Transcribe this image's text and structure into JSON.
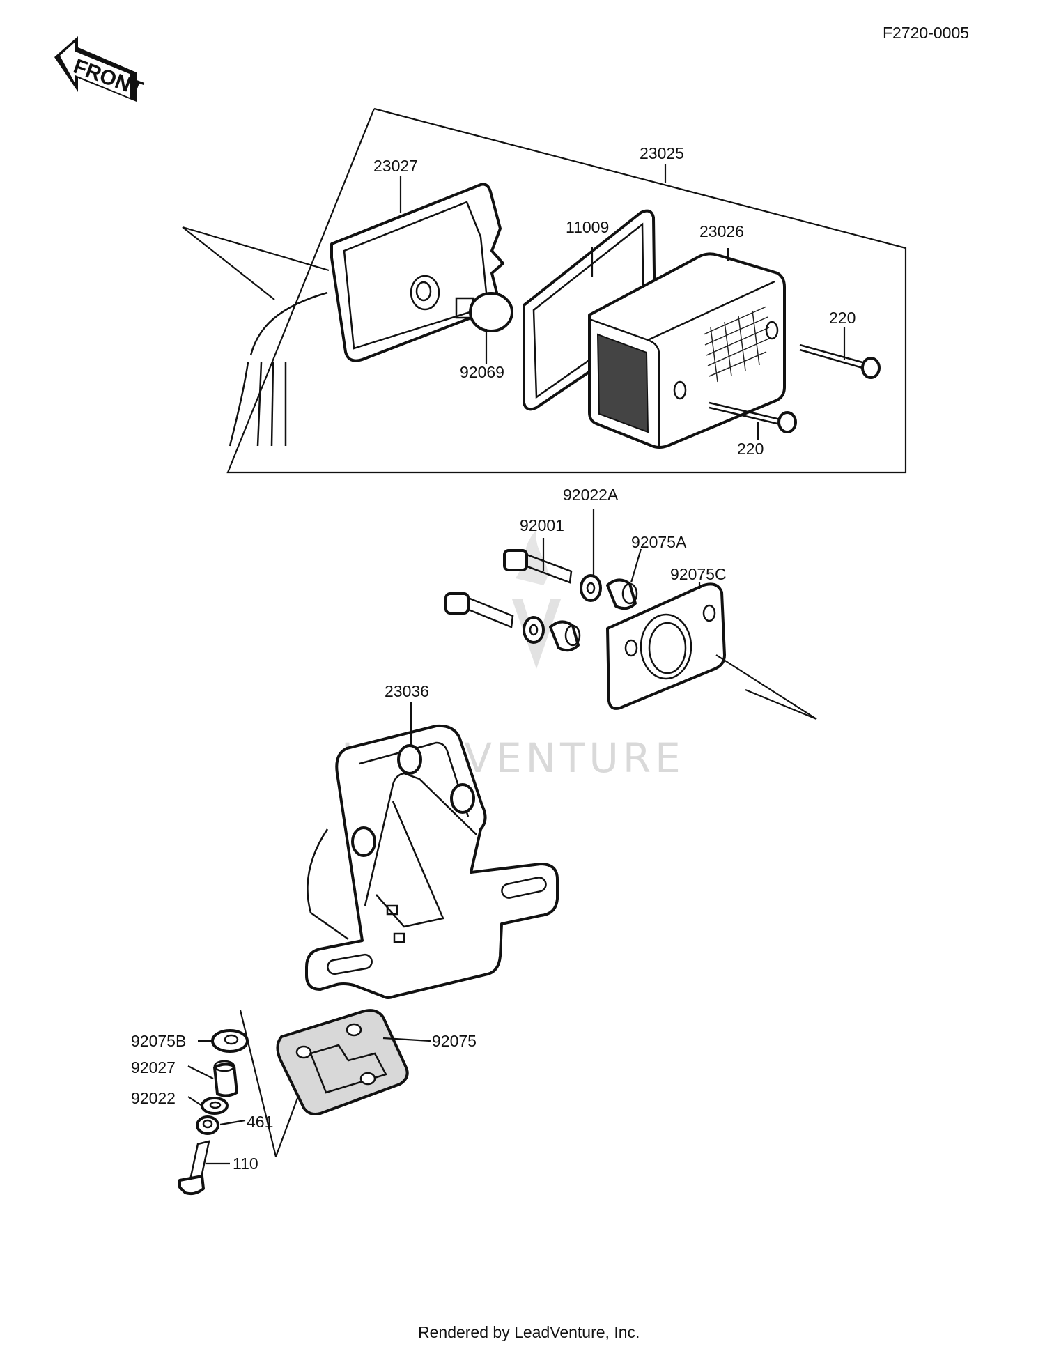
{
  "diagram_code": "F2720-0005",
  "front_label": "FRONT",
  "watermark": "LEADVENTURE",
  "footer": "Rendered by LeadVenture, Inc.",
  "parts": {
    "p23025": "23025",
    "p23027": "23027",
    "p11009": "11009",
    "p23026": "23026",
    "p220a": "220",
    "p220b": "220",
    "p92069": "92069",
    "p92022A": "92022A",
    "p92001": "92001",
    "p92075A": "92075A",
    "p92075C": "92075C",
    "p23036": "23036",
    "p92075B": "92075B",
    "p92075": "92075",
    "p92027": "92027",
    "p92022": "92022",
    "p461": "461",
    "p110": "110"
  }
}
